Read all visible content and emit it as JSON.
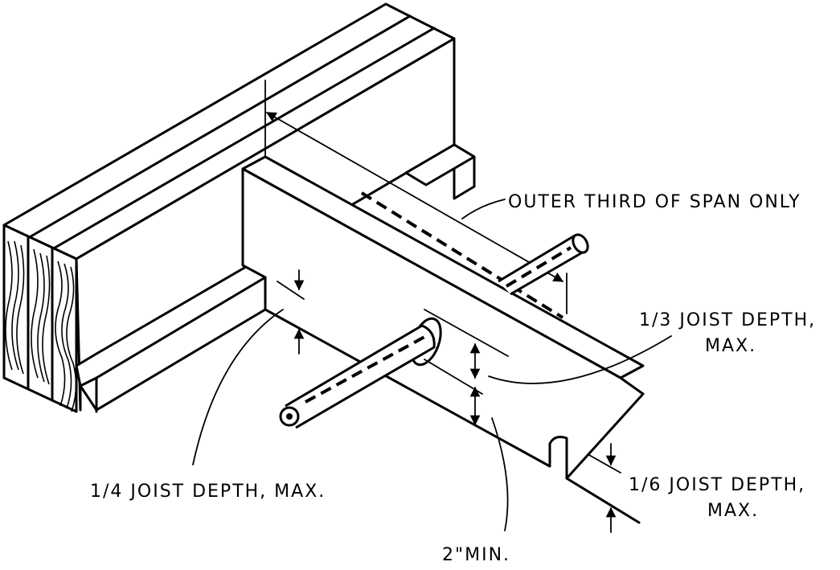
{
  "labels": {
    "outer_third": "OUTER THIRD OF SPAN ONLY",
    "one_third_line1": "1/3 JOIST DEPTH,",
    "one_third_line2": "MAX.",
    "one_quarter": "1/4 JOIST DEPTH, MAX.",
    "one_sixth_line1": "1/6 JOIST DEPTH,",
    "one_sixth_line2": "MAX.",
    "two_inch_min": "2\"MIN."
  },
  "colors": {
    "ink": "#000000",
    "paper": "#ffffff"
  }
}
